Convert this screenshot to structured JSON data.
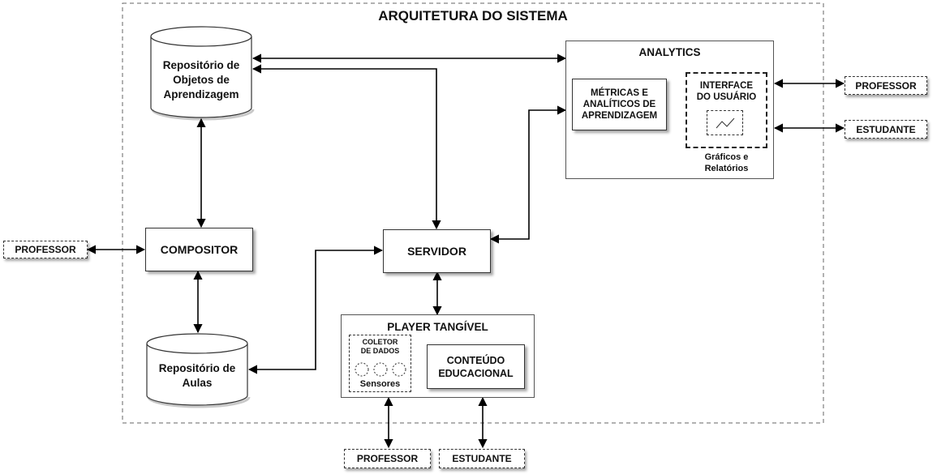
{
  "title": "ARQUITETURA DO SISTEMA",
  "nodes": {
    "repo_objetos": "Repositório de\nObjetos de\nAprendizagem",
    "repo_aulas": "Repositório de\nAulas",
    "compositor": "COMPOSITOR",
    "servidor": "SERVIDOR",
    "analytics": {
      "title": "ANALYTICS",
      "metricas": "MÉTRICAS E\nANALÍTICOS DE\nAPRENDIZAGEM",
      "interface": "INTERFACE\nDO USUÁRIO",
      "graficos": "Gráficos e\nRelatórios"
    },
    "player": {
      "title": "PLAYER TANGÍVEL",
      "coletor": "COLETOR\nDE DADOS",
      "sensores": "Sensores",
      "conteudo": "CONTEÚDO\nEDUCACIONAL"
    }
  },
  "actors": {
    "professor_left": "PROFESSOR",
    "professor_top_right": "PROFESSOR",
    "estudante_right": "ESTUDANTE",
    "professor_bottom": "PROFESSOR",
    "estudante_bottom": "ESTUDANTE"
  }
}
